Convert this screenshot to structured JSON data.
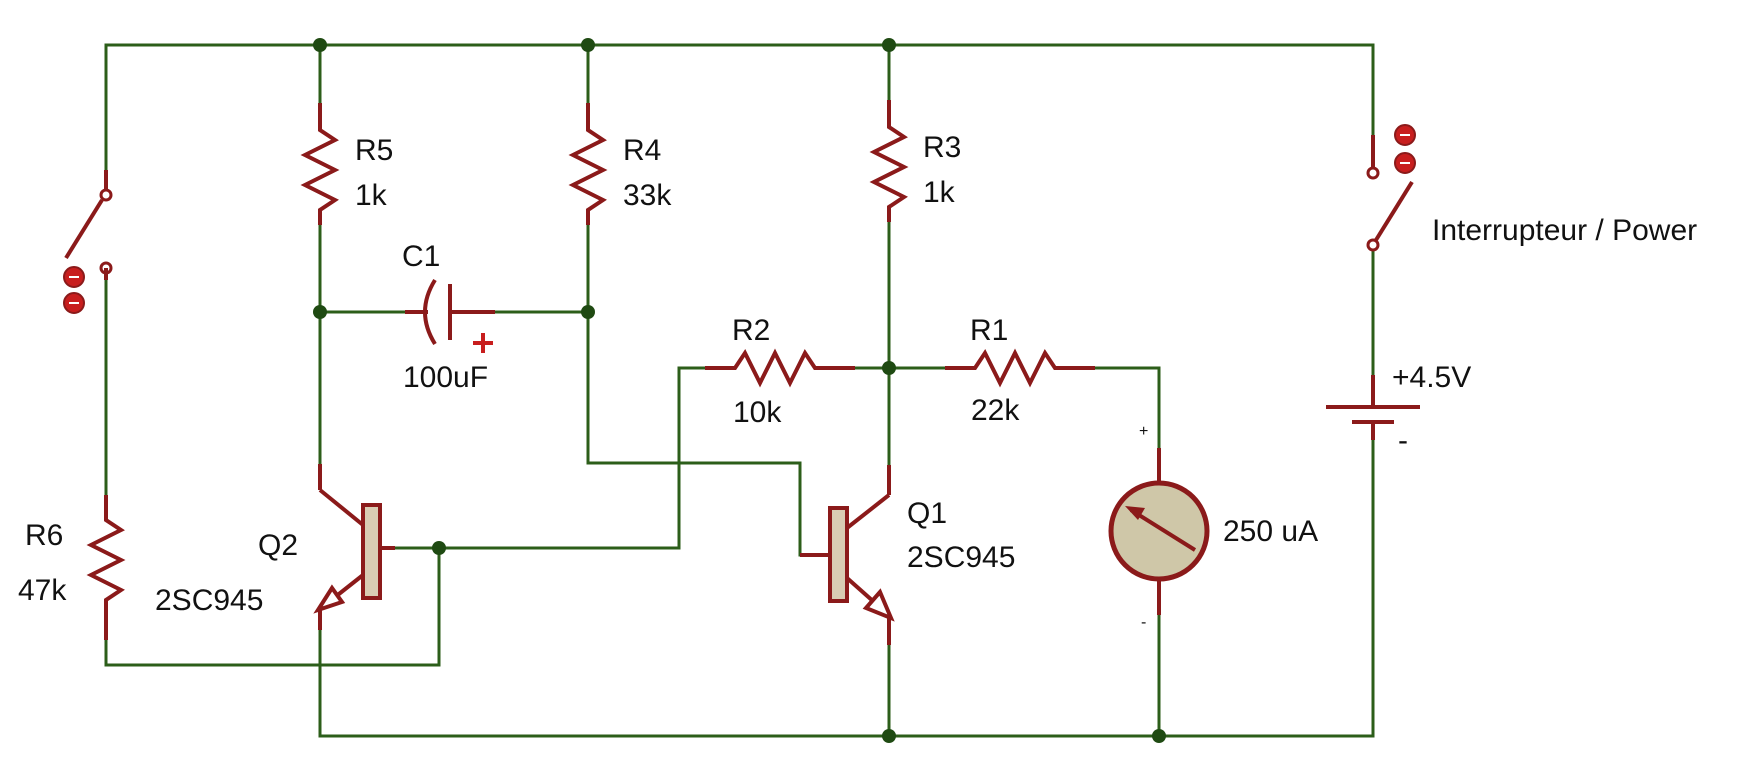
{
  "colors": {
    "wire": "#2c5e1a",
    "component": "#8b1a1a",
    "junction": "#1f4a12",
    "meter_face": "#cfc7a8",
    "transistor_body": "#d9ccb3",
    "text": "#111111"
  },
  "components": {
    "R1": {
      "ref": "R1",
      "value": "22k"
    },
    "R2": {
      "ref": "R2",
      "value": "10k"
    },
    "R3": {
      "ref": "R3",
      "value": "1k"
    },
    "R4": {
      "ref": "R4",
      "value": "33k"
    },
    "R5": {
      "ref": "R5",
      "value": "1k"
    },
    "R6": {
      "ref": "R6",
      "value": "47k"
    },
    "C1": {
      "ref": "C1",
      "value": "100uF",
      "polarity": "+"
    },
    "Q1": {
      "ref": "Q1",
      "part": "2SC945"
    },
    "Q2": {
      "ref": "Q2",
      "part": "2SC945"
    },
    "meter": {
      "value": "250 uA",
      "plus": "+",
      "minus": "-"
    },
    "battery": {
      "value": "+4.5V",
      "minus": "-"
    },
    "power_switch": {
      "label": "Interrupteur / Power"
    }
  }
}
